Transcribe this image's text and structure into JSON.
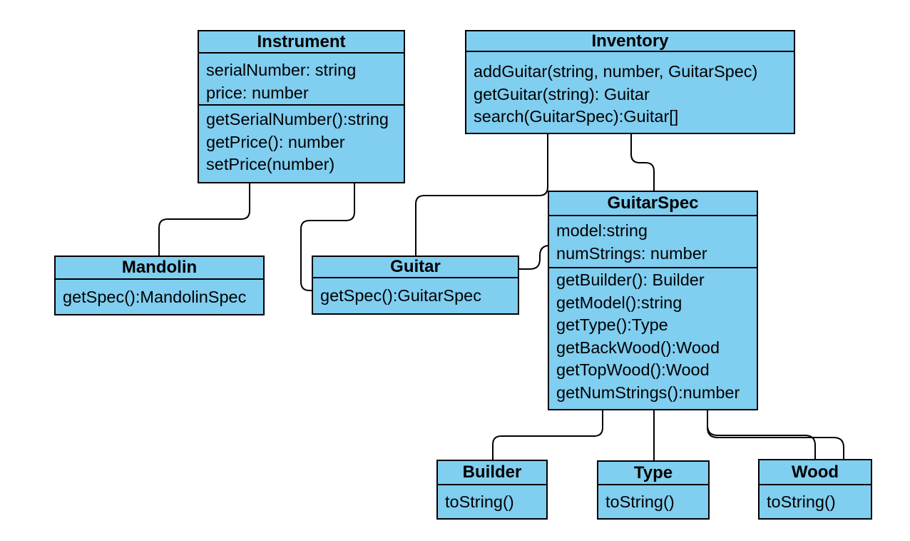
{
  "diagram": {
    "type": "uml-class-diagram",
    "background": "#ffffff",
    "node_fill": "#80CEF0",
    "node_border": "#000000",
    "connector_color": "#000000"
  },
  "classes": [
    {
      "name": "Instrument",
      "attributes": [
        "serialNumber: string",
        "price: number"
      ],
      "methods": [
        "getSerialNumber():string",
        "getPrice(): number",
        "setPrice(number)"
      ]
    },
    {
      "name": "Inventory",
      "attributes": [],
      "methods": [
        "addGuitar(string, number, GuitarSpec)",
        "getGuitar(string): Guitar",
        "search(GuitarSpec):Guitar[]"
      ]
    },
    {
      "name": "Mandolin",
      "attributes": [],
      "methods": [
        "getSpec():MandolinSpec"
      ]
    },
    {
      "name": "Guitar",
      "attributes": [],
      "methods": [
        "getSpec():GuitarSpec"
      ]
    },
    {
      "name": "GuitarSpec",
      "attributes": [
        "model:string",
        "numStrings: number"
      ],
      "methods": [
        "getBuilder(): Builder",
        "getModel():string",
        "getType():Type",
        "getBackWood():Wood",
        "getTopWood():Wood",
        "getNumStrings():number"
      ]
    },
    {
      "name": "Builder",
      "attributes": [],
      "methods": [
        "toString()"
      ]
    },
    {
      "name": "Type",
      "attributes": [],
      "methods": [
        "toString()"
      ]
    },
    {
      "name": "Wood",
      "attributes": [],
      "methods": [
        "toString()"
      ]
    }
  ],
  "connections": [
    {
      "from": "Instrument",
      "to": "Mandolin"
    },
    {
      "from": "Instrument",
      "to": "Guitar"
    },
    {
      "from": "Inventory",
      "to": "Guitar"
    },
    {
      "from": "Inventory",
      "to": "GuitarSpec"
    },
    {
      "from": "Guitar",
      "to": "GuitarSpec"
    },
    {
      "from": "GuitarSpec",
      "to": "Builder"
    },
    {
      "from": "GuitarSpec",
      "to": "Type"
    },
    {
      "from": "GuitarSpec",
      "to": "Wood"
    },
    {
      "from": "GuitarSpec",
      "to": "Wood"
    }
  ]
}
